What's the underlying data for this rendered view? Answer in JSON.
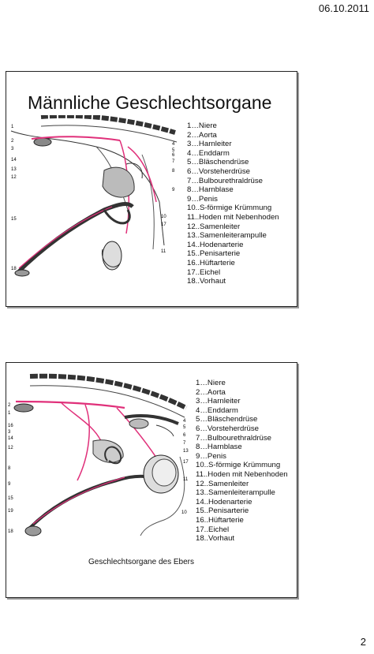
{
  "header": {
    "date": "06.10.2011"
  },
  "footer": {
    "page_number": "2"
  },
  "slide1": {
    "title": "Männliche Geschlechtsorgane",
    "legend": [
      "1…Niere",
      "2…Aorta",
      "3…Harnleiter",
      "4…Enddarm",
      "5…Bläschendrüse",
      "6…Vorsteherdrüse",
      "7…Bulbourethraldrüse",
      "8…Harnblase",
      "9…Penis",
      "10..S-förmige Krümmung",
      "11..Hoden mit Nebenhoden",
      "12..Samenleiter",
      "13..Samenleiterampulle",
      "14..Hodenarterie",
      "15..Penisarterie",
      "16..Hüftarterie",
      "17..Eichel",
      "18..Vorhaut"
    ],
    "figure_labels": [
      "1",
      "2",
      "3",
      "14",
      "13",
      "12",
      "15",
      "18",
      "4",
      "5",
      "6",
      "7",
      "8",
      "9",
      "10",
      "17",
      "11"
    ]
  },
  "slide2": {
    "caption": "Geschlechtsorgane des Ebers",
    "legend": [
      "1…Niere",
      "2…Aorta",
      "3…Harnleiter",
      "4…Enddarm",
      "5…Bläschendrüse",
      "6…Vorsteherdrüse",
      "7…Bulbourethraldrüse",
      "8…Harnblase",
      "9…Penis",
      "10..S-förmige Krümmung",
      "11..Hoden mit Nebenhoden",
      "12..Samenleiter",
      "13..Samenleiterampulle",
      "14..Hodenarterie",
      "15..Penisarterie",
      "16..Hüftarterie",
      "17..Eichel",
      "18..Vorhaut"
    ],
    "figure_labels": [
      "2",
      "1",
      "16",
      "3",
      "14",
      "12",
      "8",
      "9",
      "15",
      "19",
      "18",
      "4",
      "5",
      "6",
      "7",
      "13",
      "17",
      "11",
      "10"
    ]
  },
  "colors": {
    "artery": "#e0307a",
    "outline": "#333333"
  }
}
